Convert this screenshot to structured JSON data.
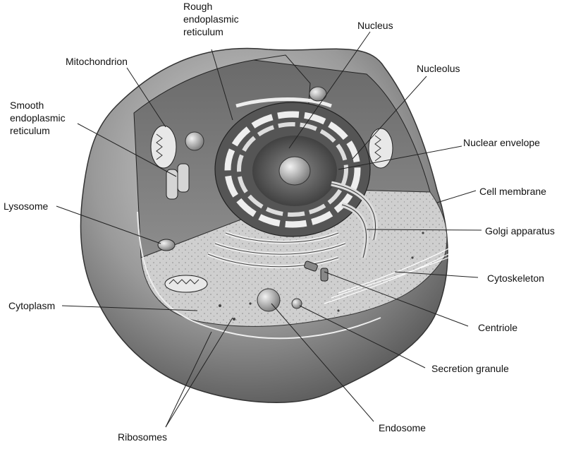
{
  "labels": {
    "rough_er": "Rough\nendoplasmic\nreticulum",
    "nucleus": "Nucleus",
    "mitochondrion": "Mitochondrion",
    "nucleolus": "Nucleolus",
    "smooth_er": "Smooth\nendoplasmic\nreticulum",
    "nuclear_envelope": "Nuclear envelope",
    "cell_membrane": "Cell membrane",
    "lysosome": "Lysosome",
    "golgi": "Golgi apparatus",
    "cytoskeleton": "Cytoskeleton",
    "cytoplasm": "Cytoplasm",
    "centriole": "Centriole",
    "secretion_granule": "Secretion granule",
    "endosome": "Endosome",
    "ribosomes": "Ribosomes"
  }
}
